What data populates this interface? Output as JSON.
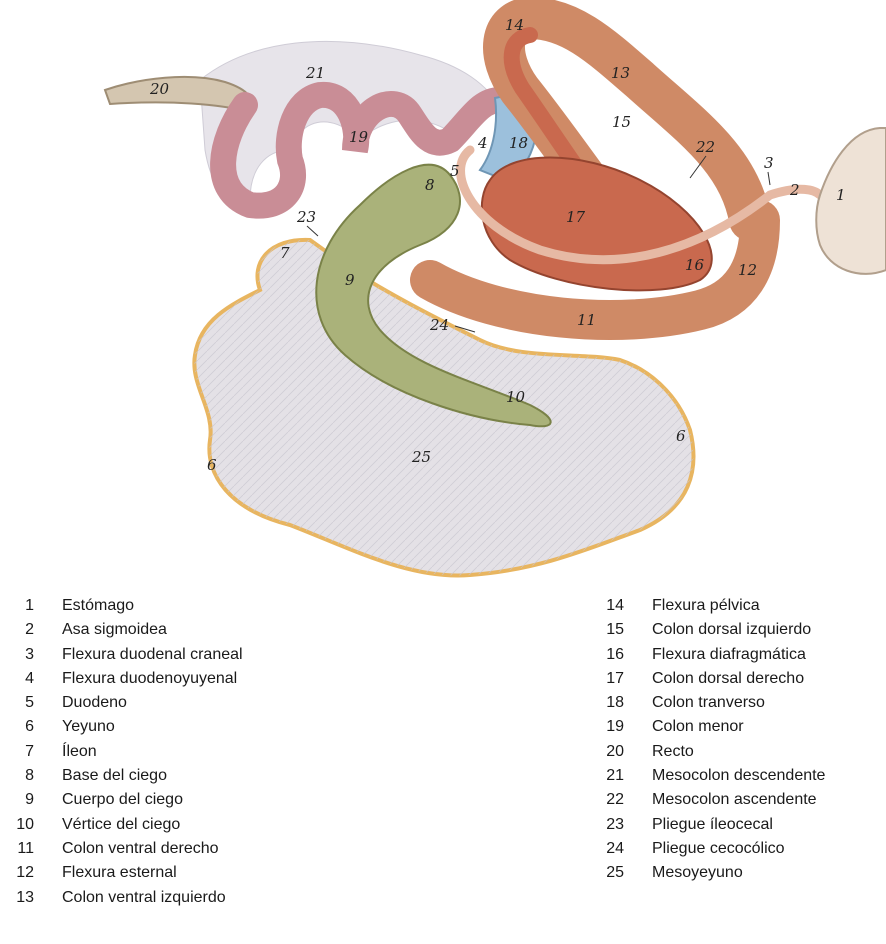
{
  "figure": {
    "labels": [
      {
        "id": "l1",
        "text": "1"
      },
      {
        "id": "l2",
        "text": "2"
      },
      {
        "id": "l3",
        "text": "3"
      },
      {
        "id": "l4",
        "text": "4"
      },
      {
        "id": "l5",
        "text": "5"
      },
      {
        "id": "l6a",
        "text": "6"
      },
      {
        "id": "l6b",
        "text": "6"
      },
      {
        "id": "l7",
        "text": "7"
      },
      {
        "id": "l8",
        "text": "8"
      },
      {
        "id": "l9",
        "text": "9"
      },
      {
        "id": "l10",
        "text": "10"
      },
      {
        "id": "l11",
        "text": "11"
      },
      {
        "id": "l12",
        "text": "12"
      },
      {
        "id": "l13",
        "text": "13"
      },
      {
        "id": "l14",
        "text": "14"
      },
      {
        "id": "l15",
        "text": "15"
      },
      {
        "id": "l16",
        "text": "16"
      },
      {
        "id": "l17",
        "text": "17"
      },
      {
        "id": "l18",
        "text": "18"
      },
      {
        "id": "l19",
        "text": "19"
      },
      {
        "id": "l20",
        "text": "20"
      },
      {
        "id": "l21",
        "text": "21"
      },
      {
        "id": "l22",
        "text": "22"
      },
      {
        "id": "l23",
        "text": "23"
      },
      {
        "id": "l24",
        "text": "24"
      },
      {
        "id": "l25",
        "text": "25"
      }
    ]
  },
  "legend": {
    "left": [
      {
        "num": "1",
        "text": "Estómago"
      },
      {
        "num": "2",
        "text": "Asa sigmoidea"
      },
      {
        "num": "3",
        "text": "Flexura duodenal craneal"
      },
      {
        "num": "4",
        "text": "Flexura duodenoyuyenal"
      },
      {
        "num": "5",
        "text": "Duodeno"
      },
      {
        "num": "6",
        "text": "Yeyuno"
      },
      {
        "num": "7",
        "text": "Íleon"
      },
      {
        "num": "8",
        "text": "Base del ciego"
      },
      {
        "num": "9",
        "text": "Cuerpo del ciego"
      },
      {
        "num": "10",
        "text": "Vértice del ciego"
      },
      {
        "num": "11",
        "text": "Colon ventral derecho"
      },
      {
        "num": "12",
        "text": "Flexura esternal"
      },
      {
        "num": "13",
        "text": "Colon ventral izquierdo"
      }
    ],
    "right": [
      {
        "num": "14",
        "text": "Flexura pélvica"
      },
      {
        "num": "15",
        "text": "Colon dorsal izquierdo"
      },
      {
        "num": "16",
        "text": "Flexura diafragmática"
      },
      {
        "num": "17",
        "text": "Colon dorsal derecho"
      },
      {
        "num": "18",
        "text": "Colon tranverso"
      },
      {
        "num": "19",
        "text": "Colon menor"
      },
      {
        "num": "20",
        "text": "Recto"
      },
      {
        "num": "21",
        "text": "Mesocolon descendente"
      },
      {
        "num": "22",
        "text": "Mesocolon ascendente"
      },
      {
        "num": "23",
        "text": "Pliegue íleocecal"
      },
      {
        "num": "24",
        "text": "Pliegue cecocólico"
      },
      {
        "num": "25",
        "text": "Mesoyeyuno"
      }
    ]
  },
  "colors": {
    "jejunum_border": "#e8b560",
    "mesentery": "#e4e1e6",
    "cecum": "#aab27a",
    "colon_ventral": "#cf8a66",
    "colon_dorsal": "#c9694e",
    "small_colon": "#c98d96",
    "rectum": "#d4c6b0",
    "transverse_colon": "#9cc0dc",
    "stomach": "#eee2d6"
  }
}
